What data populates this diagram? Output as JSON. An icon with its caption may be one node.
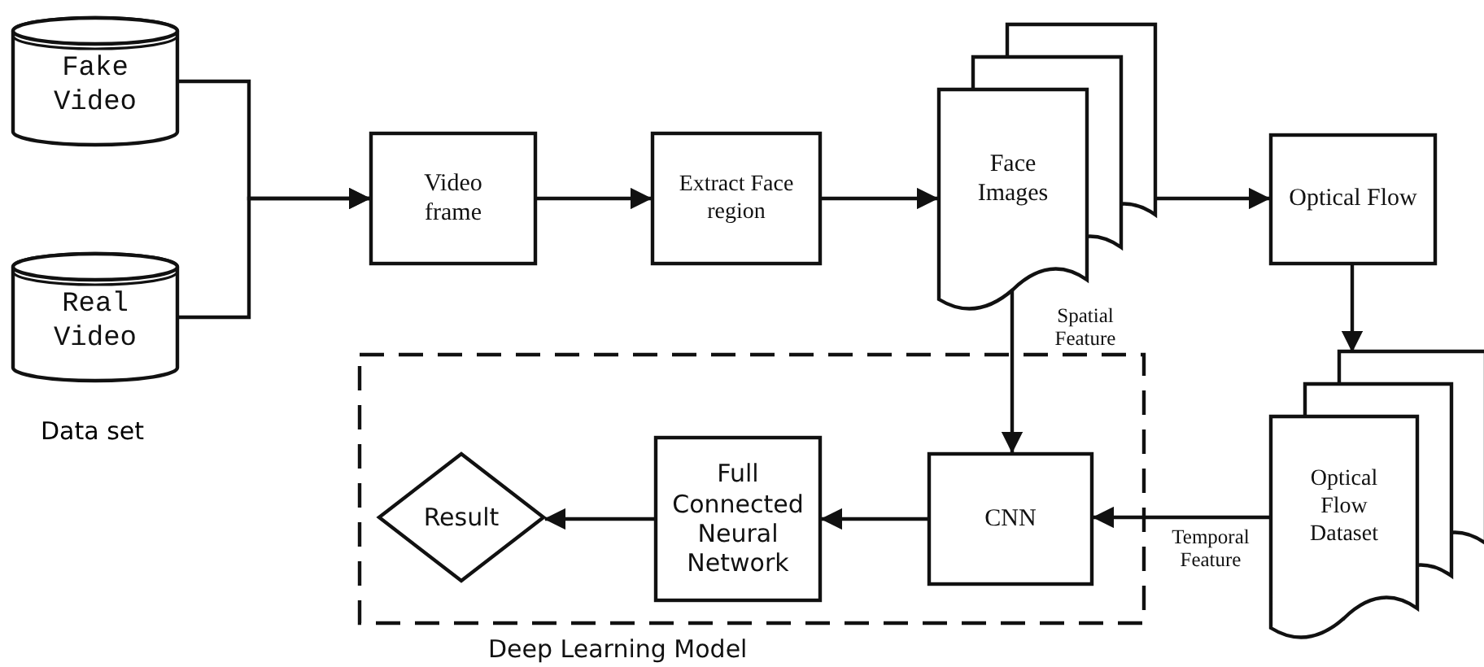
{
  "diagram": {
    "nodes": [
      {
        "text": [
          "Fake Video"
        ]
      },
      {
        "text": [
          "Real Video"
        ]
      },
      {
        "text": [
          "Video frame"
        ]
      },
      {
        "text": [
          "Extract Face region"
        ]
      },
      {
        "text": [
          "Face Images"
        ]
      },
      {
        "text": [
          "Optical Flow"
        ]
      },
      {
        "text": [
          "Optical Flow Dataset"
        ]
      },
      {
        "text": [
          "Deep Learning Model"
        ]
      },
      {
        "text": [
          "CNN"
        ],
        "in": 7
      },
      {
        "text": [
          "Full Connected Neural Network"
        ],
        "in": 7
      },
      {
        "text": [
          "Result"
        ],
        "in": 7
      }
    ],
    "edges": [
      {
        "from": 0,
        "to": 2,
        "arrow": "to"
      },
      {
        "from": 1,
        "to": 2,
        "arrow": "to"
      },
      {
        "from": 2,
        "to": 3,
        "arrow": "to"
      },
      {
        "from": 3,
        "to": 4,
        "arrow": "to"
      },
      {
        "from": 4,
        "to": 5,
        "arrow": "to"
      },
      {
        "from": 5,
        "to": 6,
        "arrow": "to"
      },
      {
        "from": 6,
        "to": 8,
        "arrow": "to",
        "label": "Temporal Feature"
      },
      {
        "from": 4,
        "to": 8,
        "arrow": "to",
        "label": "Spatial Feature"
      },
      {
        "from": 8,
        "to": 9,
        "arrow": "to"
      },
      {
        "from": 9,
        "to": 10,
        "arrow": "to"
      }
    ],
    "labels": [
      "Data set"
    ]
  }
}
